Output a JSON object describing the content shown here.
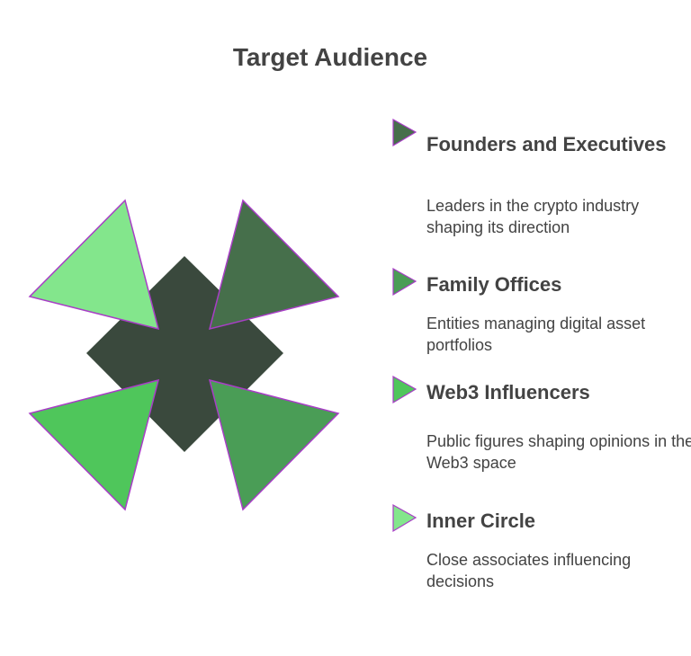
{
  "title": "Target Audience",
  "colors": {
    "center": "#3a493d",
    "outline": "#a83ec6",
    "founders": "#466f4b",
    "family": "#4a9d56",
    "web3": "#4fc65b",
    "inner": "#83e68c"
  },
  "items": [
    {
      "title": "Founders and Executives",
      "description": "Leaders in the crypto industry shaping its direction"
    },
    {
      "title": "Family Offices",
      "description": "Entities managing digital asset portfolios"
    },
    {
      "title": "Web3 Influencers",
      "description": "Public figures shaping opinions in the Web3 space"
    },
    {
      "title": "Inner Circle",
      "description": "Close associates influencing decisions"
    }
  ]
}
